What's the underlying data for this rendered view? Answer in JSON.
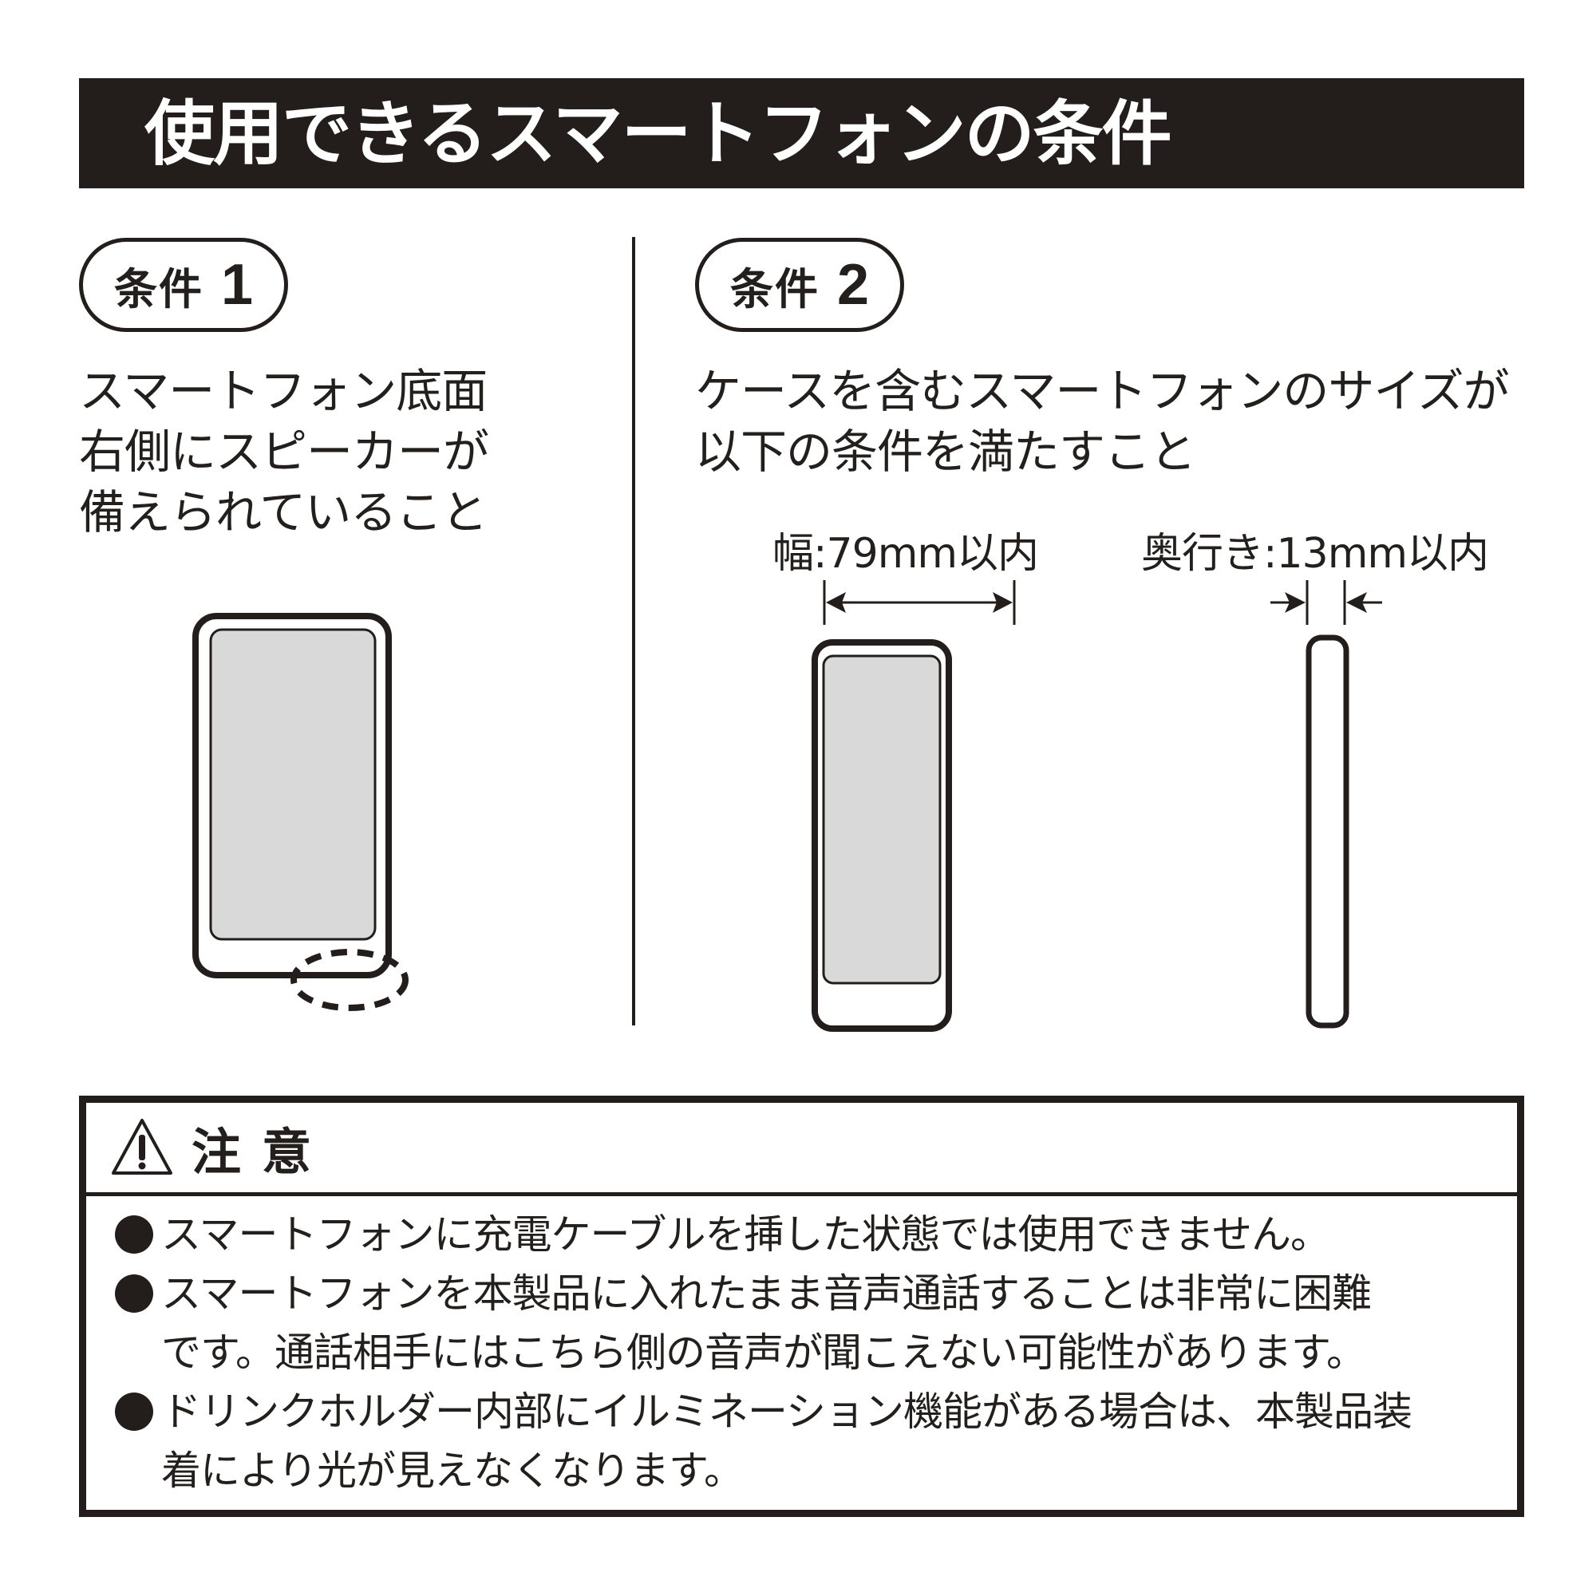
{
  "header": {
    "title": "使用できるスマートフォンの条件"
  },
  "condition1": {
    "label": "条件",
    "number": "1",
    "lines": [
      "スマートフォン底面",
      "右側にスピーカーが",
      "備えられていること"
    ],
    "illustration": {
      "icon": "smartphone-front-icon",
      "highlight": "speaker-location-dashed-oval"
    }
  },
  "condition2": {
    "label": "条件",
    "number": "2",
    "lines": [
      "ケースを含むスマートフォンのサイズが",
      "以下の条件を満たすこと"
    ],
    "width_label": "幅:79mm以内",
    "depth_label": "奥行き:13mm以内",
    "illustration": {
      "front_icon": "smartphone-front-icon",
      "side_icon": "smartphone-side-icon"
    }
  },
  "caution": {
    "icon": "warning-triangle-icon",
    "title": "注意",
    "items": [
      {
        "lines": [
          "スマートフォンに充電ケーブルを挿した状態では使用できません。"
        ]
      },
      {
        "lines": [
          "スマートフォンを本製品に入れたまま音声通話することは非常に困難",
          "です。通話相手にはこちら側の音声が聞こえない可能性があります。"
        ]
      },
      {
        "lines": [
          "ドリンクホルダー内部にイルミネーション機能がある場合は、本製品装",
          "着により光が見えなくなります。"
        ]
      }
    ]
  },
  "colors": {
    "ink": "#231e1c",
    "screen_fill": "#d9d9d9",
    "background": "#ffffff"
  }
}
